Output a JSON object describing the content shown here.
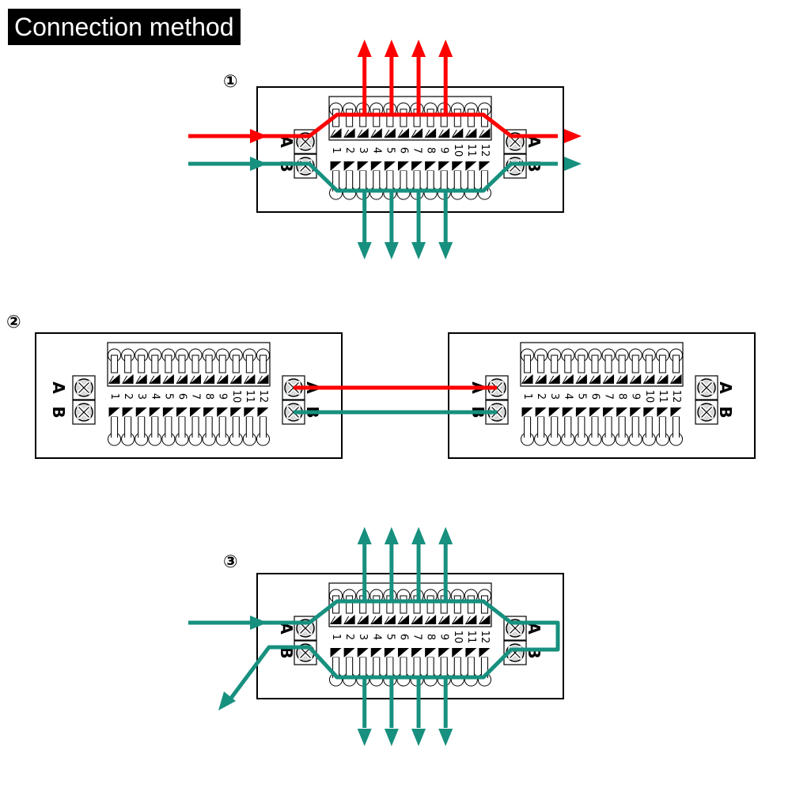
{
  "title": "Connection method",
  "colors": {
    "red": "#ff0000",
    "teal": "#17907f",
    "black": "#000000",
    "white": "#ffffff",
    "screw": "#d9d9d9"
  },
  "terminal_numbers": [
    "1",
    "2",
    "3",
    "4",
    "5",
    "6",
    "7",
    "8",
    "9",
    "10",
    "11",
    "12"
  ],
  "terminal_labels": {
    "a": "A",
    "b": "B"
  },
  "diagrams": [
    {
      "id": "1",
      "marker": "①",
      "description": "Line A (red) in, distributes to 4 top outputs and out right A; line B (teal) in, distributes to 4 bottom outputs and out right B"
    },
    {
      "id": "2",
      "marker": "②",
      "description": "Two modules chained: A to A (red), B to B (teal)"
    },
    {
      "id": "3",
      "marker": "③",
      "description": "Single line (teal) enters A, loops via right A-B bridge, exits B; 8 outputs"
    }
  ]
}
